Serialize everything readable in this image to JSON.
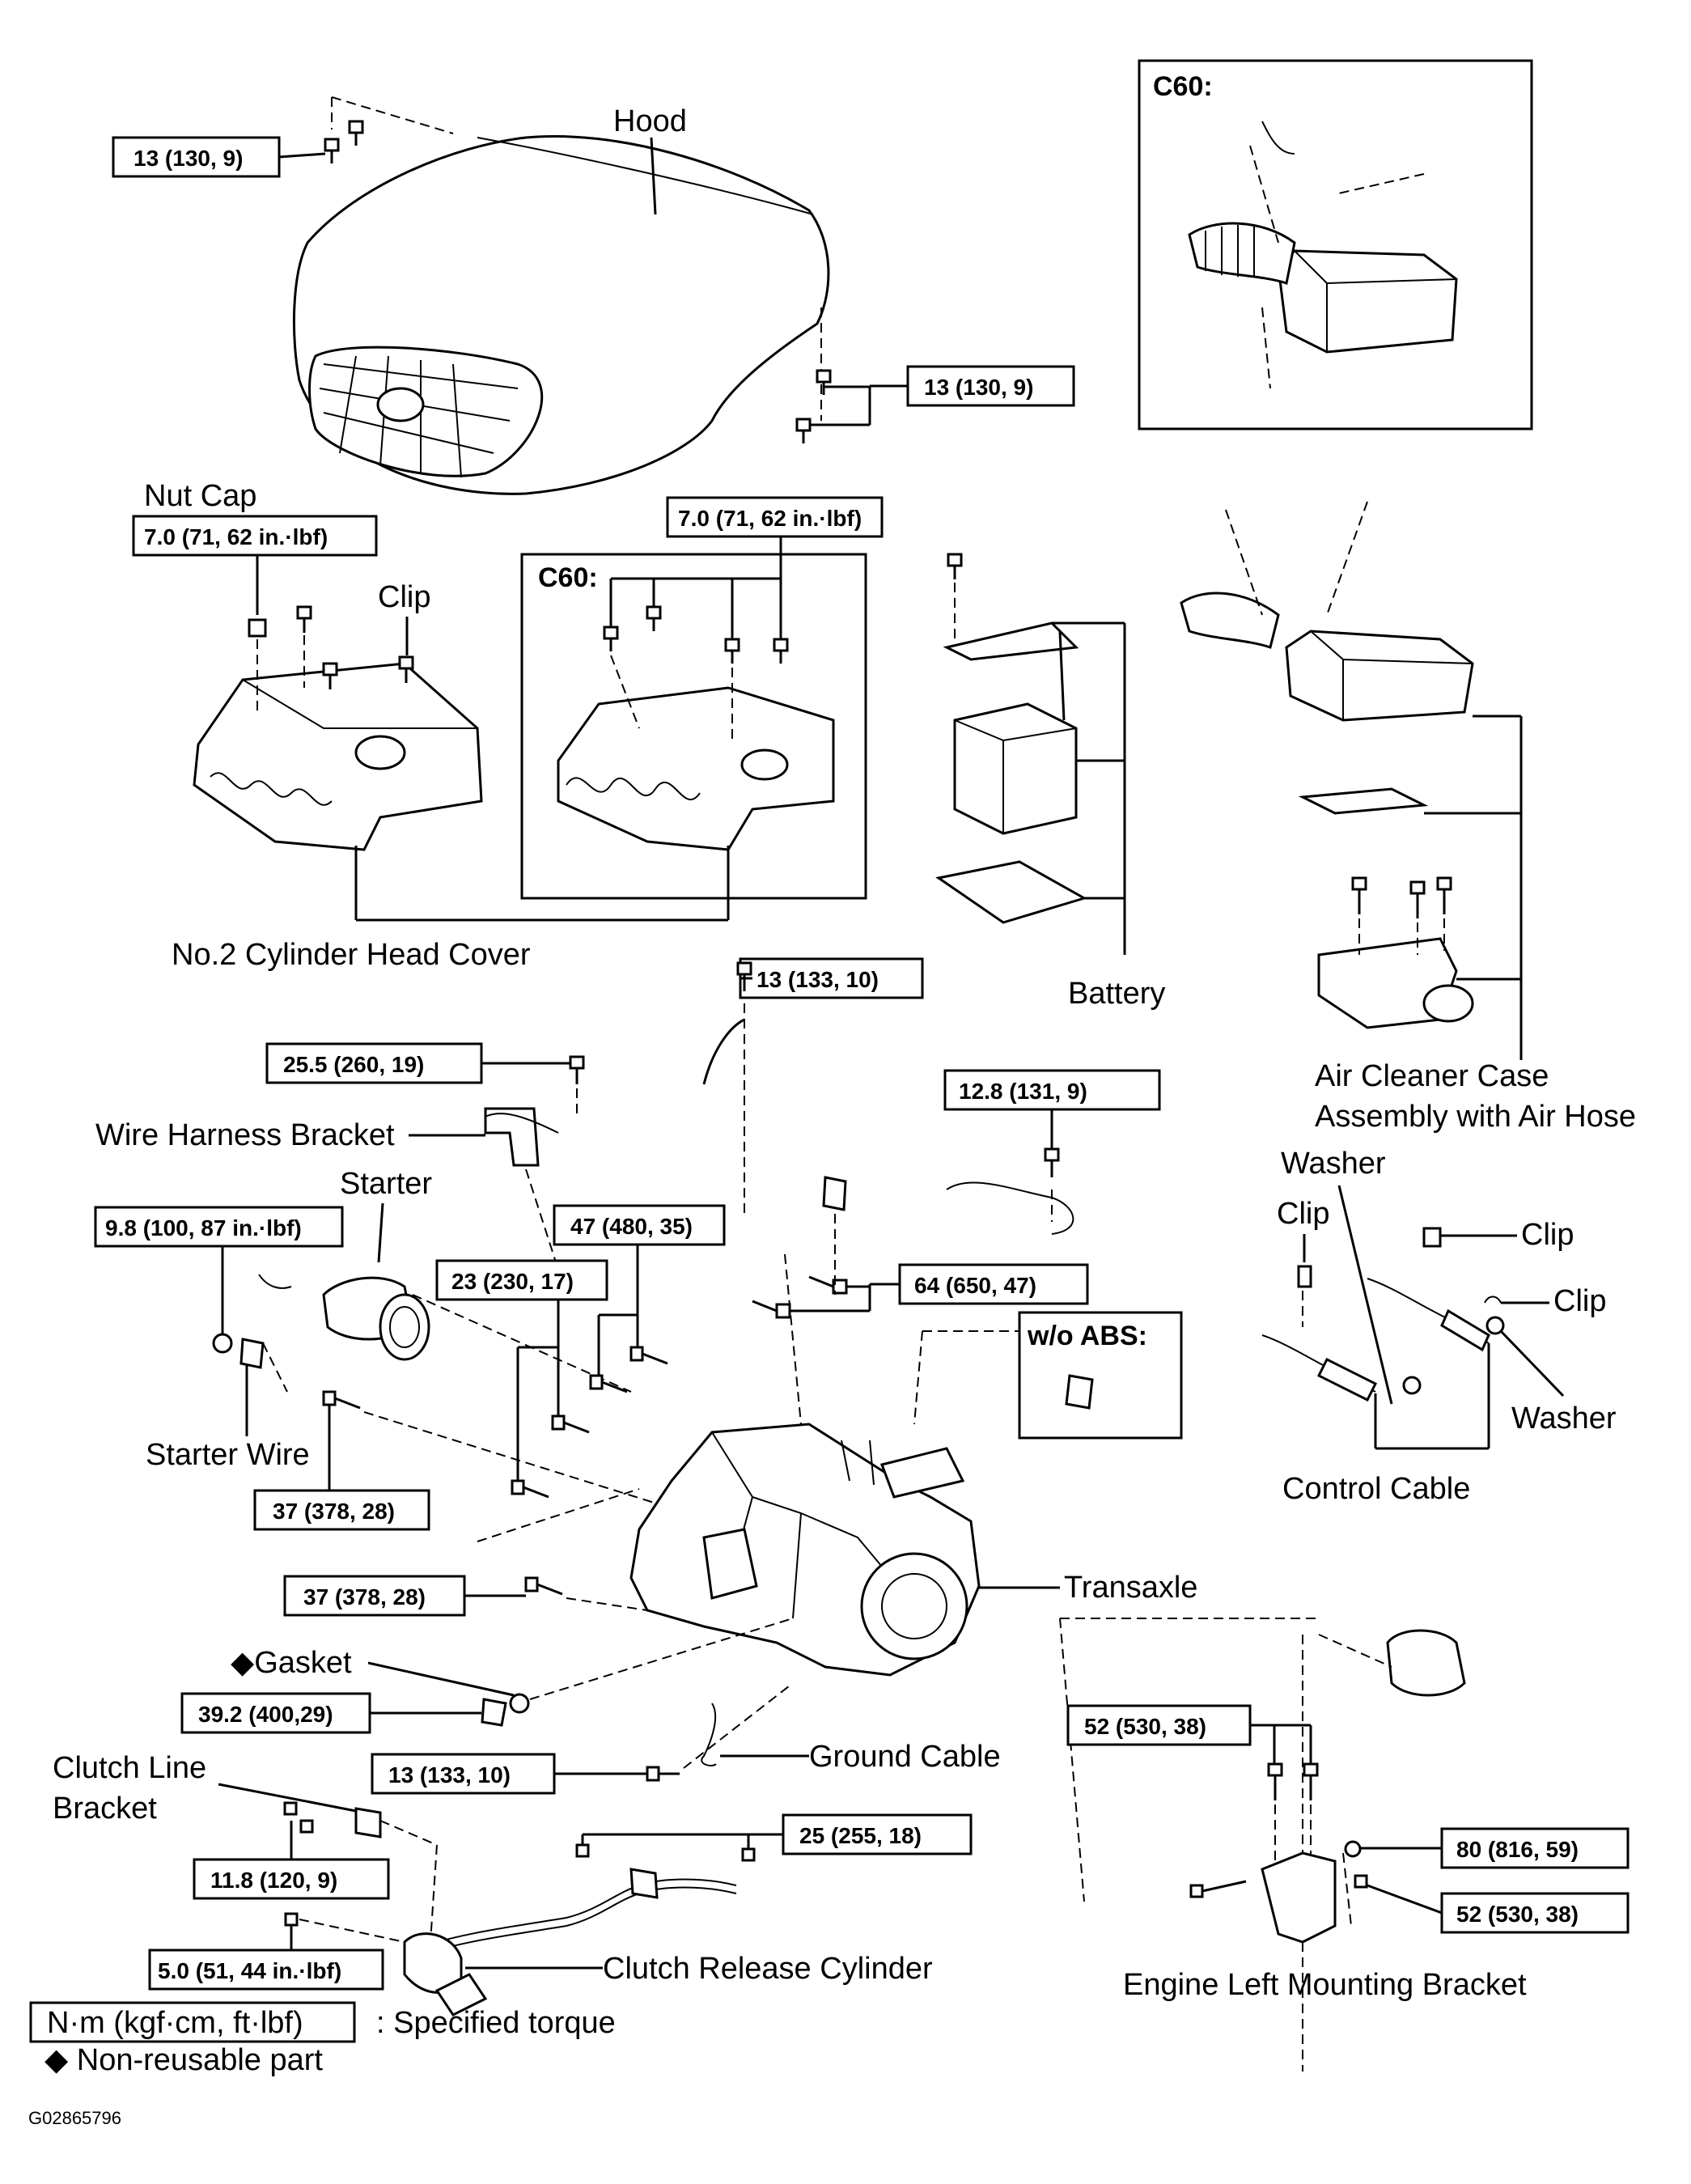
{
  "labels": {
    "hood": "Hood",
    "nut_cap": "Nut Cap",
    "clip_cover": "Clip",
    "head_cover": "No.2 Cylinder Head Cover",
    "battery": "Battery",
    "air_cleaner_1": "Air Cleaner Case",
    "air_cleaner_2": "Assembly with Air Hose",
    "wire_harness_bracket": "Wire Harness Bracket",
    "starter": "Starter",
    "starter_wire": "Starter Wire",
    "washer_top": "Washer",
    "clip_left": "Clip",
    "clip_right_1": "Clip",
    "clip_right_2": "Clip",
    "washer_right": "Washer",
    "control_cable": "Control Cable",
    "transaxle": "Transaxle",
    "gasket": "◆Gasket",
    "ground_cable": "Ground Cable",
    "clutch_line_1": "Clutch Line",
    "clutch_line_2": "Bracket",
    "clutch_release": "Clutch Release Cylinder",
    "engine_mount": "Engine Left Mounting Bracket"
  },
  "section_headers": {
    "c60_top": "C60:",
    "c60_cover": "C60:",
    "wo_abs": "w/o ABS:"
  },
  "torques": {
    "hood_top": "13 (130, 9)",
    "hood_right": "13 (130, 9)",
    "nut_cap": "7.0 (71, 62 in.·lbf)",
    "c60_cover": "7.0 (71, 62 in.·lbf)",
    "ground_top": "13 (133, 10)",
    "wire_bracket": "25.5 (260, 19)",
    "harness_right": "12.8 (131, 9)",
    "starter_nut": "9.8 (100, 87 in.·lbf)",
    "bolt_47": "47 (480, 35)",
    "bolt_23": "23 (230, 17)",
    "bolt_64": "64 (650, 47)",
    "starter_bolt": "37 (378, 28)",
    "trans_bolt": "37 (378, 28)",
    "drain_plug": "39.2 (400,29)",
    "ground_bottom": "13 (133, 10)",
    "mount_52a": "52 (530, 38)",
    "mount_80": "80 (816, 59)",
    "mount_52b": "52 (530, 38)",
    "clutch_line_118": "11.8 (120, 9)",
    "clutch_25": "25 (255, 18)",
    "clutch_50": "5.0 (51, 44 in.·lbf)"
  },
  "legend": {
    "unit_box": "N·m (kgf·cm, ft·lbf)",
    "unit_desc": ": Specified torque",
    "nonreusable": "◆ Non-reusable part"
  },
  "figure_code": "G02865796"
}
